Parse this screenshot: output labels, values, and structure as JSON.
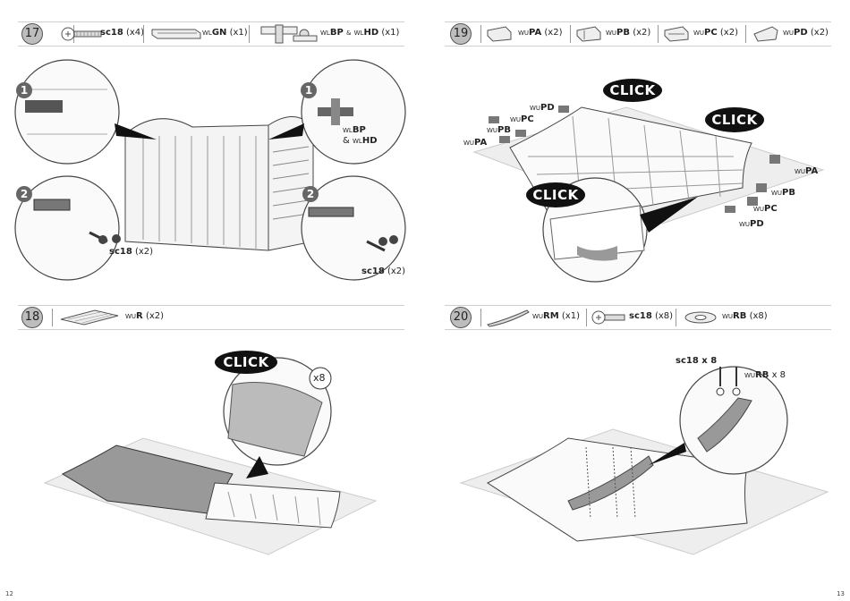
{
  "steps": [
    {
      "number": "17",
      "parts": [
        {
          "code": "sc18",
          "qty": "(x4)"
        },
        {
          "code": "GN",
          "prefix": "WL",
          "qty": "(x1)"
        },
        {
          "code": "BP",
          "prefix": "WL",
          "amp": "&",
          "code2": "HD",
          "prefix2": "WL",
          "qty": "(x1)"
        }
      ]
    },
    {
      "number": "19",
      "parts": [
        {
          "code": "PA",
          "prefix": "WU",
          "qty": "(x2)"
        },
        {
          "code": "PB",
          "prefix": "WU",
          "qty": "(x2)"
        },
        {
          "code": "PC",
          "prefix": "WU",
          "qty": "(x2)"
        },
        {
          "code": "PD",
          "prefix": "WU",
          "qty": "(x2)"
        }
      ]
    },
    {
      "number": "18",
      "parts": [
        {
          "code": "R",
          "prefix": "WU",
          "qty": "(x2)"
        }
      ]
    },
    {
      "number": "20",
      "parts": [
        {
          "code": "RM",
          "prefix": "WU",
          "qty": "(x1)"
        },
        {
          "code": "sc18",
          "qty": "(x8)"
        },
        {
          "code": "RB",
          "prefix": "WU",
          "qty": "(x8)"
        }
      ]
    }
  ],
  "step17": {
    "badge1": "1",
    "badge2": "2",
    "callout_bp": "BP",
    "callout_hd": "HD",
    "callout_prefix": "WL",
    "callout_amp": "&",
    "sc18_left": "sc18",
    "sc18_left_qty": "(x2)",
    "sc18_right": "sc18",
    "sc18_right_qty": "(x2)"
  },
  "step19": {
    "click": "CLICK",
    "labels": [
      "PD",
      "PC",
      "PB",
      "PA",
      "PA",
      "PB",
      "PC",
      "PD"
    ],
    "prefix": "WU"
  },
  "step18": {
    "click": "CLICK",
    "times": "x8"
  },
  "step20": {
    "sc18": "sc18 x 8",
    "rb_prefix": "WU",
    "rb": "RB",
    "rb_qty": "x 8"
  },
  "page_numbers": {
    "left": "12",
    "right": "13"
  }
}
